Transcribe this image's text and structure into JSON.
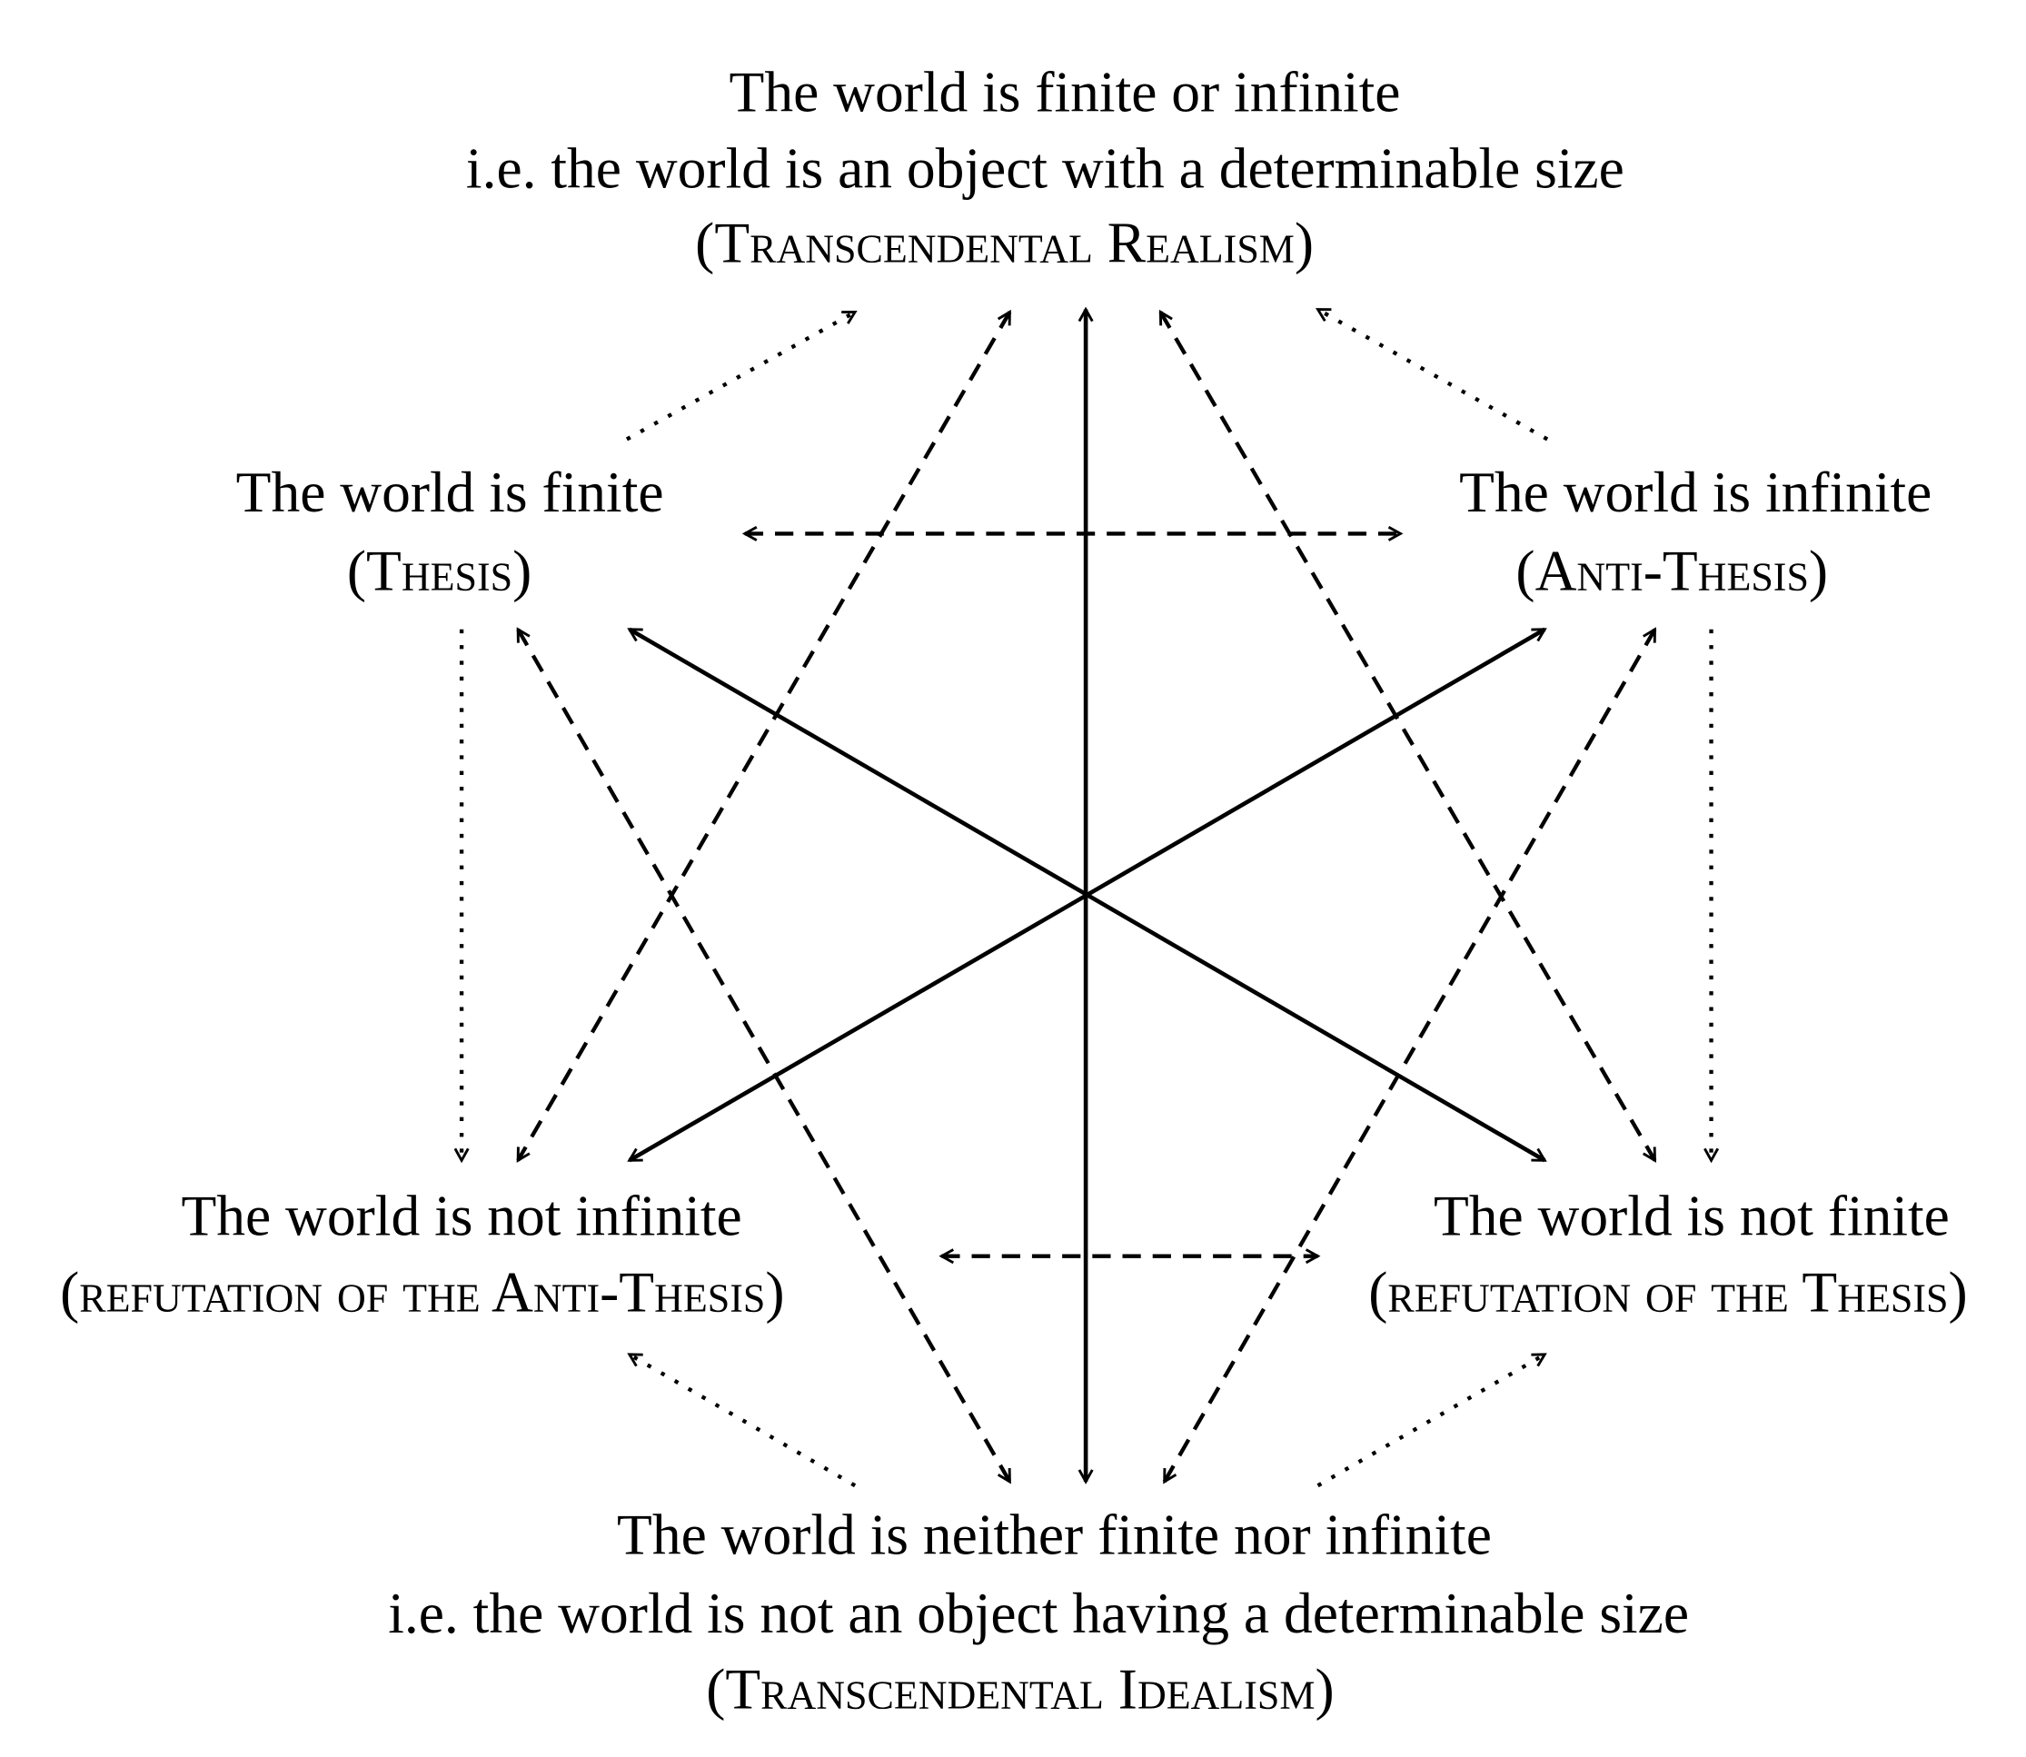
{
  "nodes": {
    "top": {
      "line1": "The world is finite or infinite",
      "line2": "i.e. the world is an object with a determinable size",
      "line3": "(Transcendental Realism)"
    },
    "thesis": {
      "line1": "The world is finite",
      "line2": "(Thesis)"
    },
    "antithesis": {
      "line1": "The world is infinite",
      "line2": "(Anti-Thesis)"
    },
    "not_infinite": {
      "line1": "The world is not infinite",
      "line2": "(refutation of the Anti-Thesis)"
    },
    "not_finite": {
      "line1": "The world is not finite",
      "line2": "(refutation of the Thesis)"
    },
    "bottom": {
      "line1": "The world is neither finite nor infinite",
      "line2": "i.e. the world is not an object having a determinable size",
      "line3": "(Transcendental Idealism)"
    }
  },
  "edge_styles": [
    "solid",
    "dashed",
    "dotted"
  ]
}
